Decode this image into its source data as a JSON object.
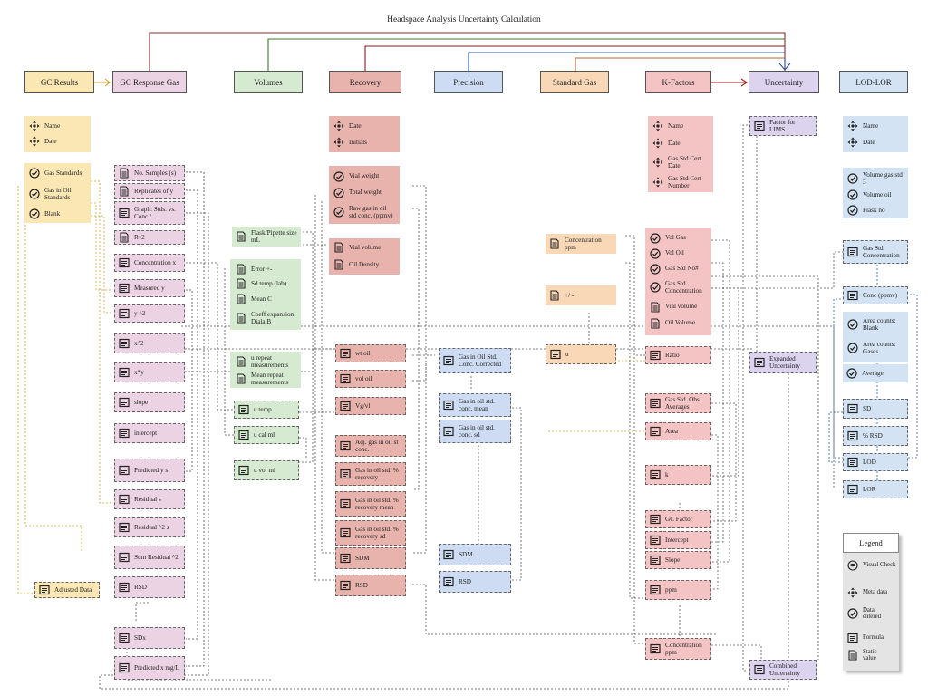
{
  "title": "Headspace Analysis Uncertainty Calculation",
  "headers": {
    "gc_results": "GC Results",
    "gc_response_gas": "GC Response Gas",
    "volumes": "Volumes",
    "recovery": "Recovery",
    "precision": "Precision",
    "standard_gas": "Standard Gas",
    "k_factors": "K-Factors",
    "uncertainty": "Uncertainty",
    "lod_lor": "LOD-LOR"
  },
  "nodes": {
    "gc_name": "Name",
    "gc_date": "Date",
    "gas_standards": "Gas Standards",
    "gas_in_oil_standards": "Gas in Oil Standards",
    "blank": "Blank",
    "adjusted_data": "Adjusted Data",
    "no_samples": "No. Samples (s)",
    "replicates_y": "Replicates of y",
    "graph_stds": "Graph: Stds. vs. Conc./",
    "r2": "R^2",
    "concentration_x": "Concentration x",
    "measured_y": "Measured y",
    "y2": "y ^2",
    "x2": "x^2",
    "xy": "x*y",
    "slope": "slope",
    "intercept": "intercept",
    "predicted_ys": "Predicted y s",
    "residual_s": "Residual s",
    "residual2_s": "Residual ^2 s",
    "sum_residual2": "Sum Residual ^2",
    "rsd": "RSD",
    "sdx": "SDx",
    "predicted_x": "Predicted x mg/L",
    "flask_pipette": "Flask/Pipette size mL",
    "error": "Error +-",
    "sd_temp": "Sd temp (lab)",
    "mean_c": "Mean C",
    "coeff_expansion": "Coeff expansion Diala B",
    "u_repeat": "u repeat measurements",
    "mean_repeat": "Mean repeat measurements",
    "u_temp": "u temp",
    "u_cal_ml": "u cal ml",
    "u_vol_ml": "u vol ml",
    "rec_date": "Date",
    "rec_initials": "Initials",
    "vial_weight": "Vial weight",
    "total_weight": "Total weight",
    "raw_gas": "Raw gas in oil std conc. (ppmv)",
    "vial_volume": "Vial volume",
    "oil_density": "Oil Density",
    "wt_oil": "wt oil",
    "vol_oil": "vol oil",
    "vg_vl": "Vg/vl",
    "adj_gas": "Adj. gas in oil st conc.",
    "pct_recovery": "Gas in oil std. % recovery",
    "pct_recovery_mean": "Gas in oil std. % recovery mean",
    "pct_recovery_sd": "Gas in oil std. % recovery sd",
    "rec_sdm": "SDM",
    "rec_rsd": "RSD",
    "conc_corrected": "Gas in Oil Std. Conc. Corrected",
    "conc_mean": "Gas in oil std. conc. mean",
    "conc_sd": "Gas in oil std. conc. sd",
    "prec_sdm": "SDM",
    "prec_rsd": "RSD",
    "conc_ppm": "Concentration ppm",
    "plus_minus": "+/ -",
    "std_u": "u",
    "k_name": "Name",
    "k_date": "Date",
    "cert_date": "Gas Std Cert Date",
    "cert_number": "Gas Std Cert Number",
    "vol_gas": "Vol Gas",
    "vol_oil_k": "Vol Oil",
    "gas_std_no": "Gas Std No#",
    "gas_std_conc": "Gas Std Concentration",
    "k_vial_volume": "Vial volume",
    "k_oil_volume": "Oil Volume",
    "ratio": "Ratio",
    "obs_averages": "Gas Std. Obs. Averages",
    "area": "Area",
    "k": "k",
    "gc_factor": "GC Factor",
    "k_intercept": "Intercept",
    "k_slope": "Slope",
    "ppm": "ppm",
    "k_concentration_ppm": "Concentration ppm",
    "factor_lims": "Factor for LIMS",
    "expanded_uncertainty": "Expanded Uncertainty",
    "combined_uncertainty": "Combined Uncertainty",
    "lod_name": "Name",
    "lod_date": "Date",
    "volume_gas_std3": "Volume gas std 3",
    "volume_oil": "Volume oil",
    "flask_no": "Flask no",
    "lod_gas_std_conc": "Gas Std Concentration",
    "conc_ppmv": "Conc (ppmv)",
    "area_blank": "Area counts: Blank",
    "area_gases": "Area counts: Gases",
    "average": "Average",
    "sd": "SD",
    "pct_rsd": "% RSD",
    "lod": "LOD",
    "lor": "LOR"
  },
  "legend": {
    "title": "Legend",
    "visual_check": "Visual Check",
    "meta_data": "Meta data",
    "data_entered": "Data entered",
    "formula": "Formula",
    "static_value": "Static value"
  },
  "icons": [
    "meta-data-icon",
    "data-entered-icon",
    "formula-icon",
    "static-value-icon",
    "visual-check-icon"
  ],
  "colors": {
    "yellow": "#fbe7b4",
    "pink": "#ecd3e3",
    "green": "#d5ead0",
    "red": "#e9b3ad",
    "blue": "#cddcf3",
    "orange": "#f8d8b7",
    "k_red": "#f4c4c4",
    "purple": "#dcd3ef",
    "lod_blue": "#d3e3f3"
  }
}
